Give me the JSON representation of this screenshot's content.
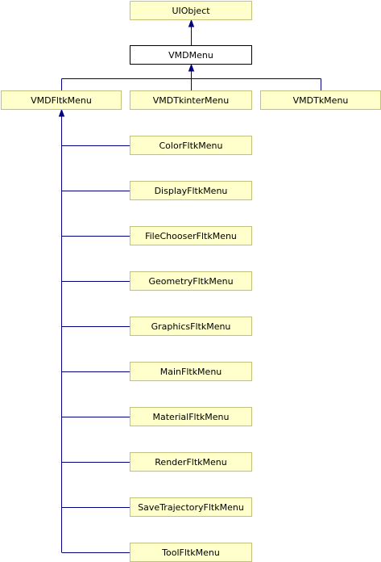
{
  "diagram": {
    "colors": {
      "node_fill": "#ffffcc",
      "node_border": "#c2c27e",
      "highlight_fill": "#ffffff",
      "highlight_border": "#000000",
      "edge": "#000080"
    },
    "nodes": [
      {
        "id": "uiobject",
        "label": "UIObject"
      },
      {
        "id": "vmdmenu",
        "label": "VMDMenu",
        "highlight": true
      },
      {
        "id": "vmdfltkmenu",
        "label": "VMDFltkMenu"
      },
      {
        "id": "vmdtkintermenu",
        "label": "VMDTkinterMenu"
      },
      {
        "id": "vmdtkmenu",
        "label": "VMDTkMenu"
      },
      {
        "id": "colorfltkmenu",
        "label": "ColorFltkMenu"
      },
      {
        "id": "displayfltkmenu",
        "label": "DisplayFltkMenu"
      },
      {
        "id": "filechooserfltkmenu",
        "label": "FileChooserFltkMenu"
      },
      {
        "id": "geometryfltkmenu",
        "label": "GeometryFltkMenu"
      },
      {
        "id": "graphicsfltkmenu",
        "label": "GraphicsFltkMenu"
      },
      {
        "id": "mainfltkmenu",
        "label": "MainFltkMenu"
      },
      {
        "id": "materialfltkmenu",
        "label": "MaterialFltkMenu"
      },
      {
        "id": "renderfltkmenu",
        "label": "RenderFltkMenu"
      },
      {
        "id": "savetrajectoryfltkmenu",
        "label": "SaveTrajectoryFltkMenu"
      },
      {
        "id": "toolfltkmenu",
        "label": "ToolFltkMenu"
      }
    ],
    "edges": [
      {
        "child": "vmdmenu",
        "parent": "uiobject"
      },
      {
        "child": "vmdfltkmenu",
        "parent": "vmdmenu"
      },
      {
        "child": "vmdtkintermenu",
        "parent": "vmdmenu"
      },
      {
        "child": "vmdtkmenu",
        "parent": "vmdmenu"
      },
      {
        "child": "colorfltkmenu",
        "parent": "vmdfltkmenu"
      },
      {
        "child": "displayfltkmenu",
        "parent": "vmdfltkmenu"
      },
      {
        "child": "filechooserfltkmenu",
        "parent": "vmdfltkmenu"
      },
      {
        "child": "geometryfltkmenu",
        "parent": "vmdfltkmenu"
      },
      {
        "child": "graphicsfltkmenu",
        "parent": "vmdfltkmenu"
      },
      {
        "child": "mainfltkmenu",
        "parent": "vmdfltkmenu"
      },
      {
        "child": "materialfltkmenu",
        "parent": "vmdfltkmenu"
      },
      {
        "child": "renderfltkmenu",
        "parent": "vmdfltkmenu"
      },
      {
        "child": "savetrajectoryfltkmenu",
        "parent": "vmdfltkmenu"
      },
      {
        "child": "toolfltkmenu",
        "parent": "vmdfltkmenu"
      }
    ]
  }
}
